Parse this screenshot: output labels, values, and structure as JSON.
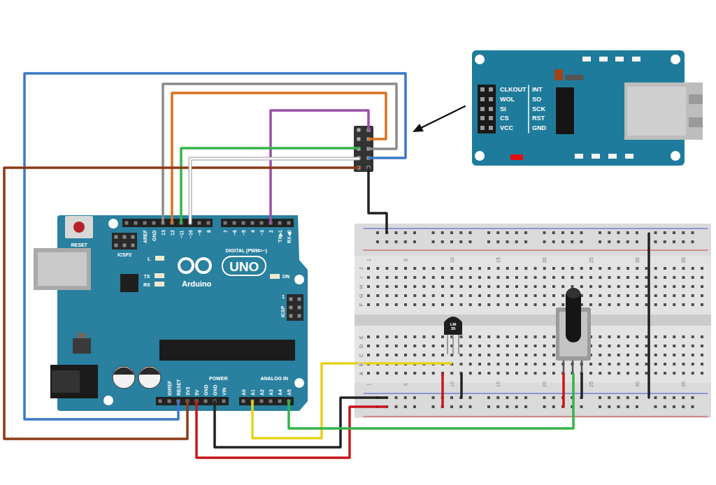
{
  "diagram": {
    "nodes": [
      {
        "text": [
          "CLKOUT",
          "INT",
          "WOL",
          "SO",
          "SI",
          "SCK",
          "CS",
          "RST",
          "VCC",
          "GND"
        ]
      },
      {
        "text": [
          "RESET",
          "ICSP2",
          "AREF",
          "GND",
          "13",
          "12",
          "~11",
          "~10",
          "~9",
          "8",
          "7",
          "~6",
          "~5",
          "4",
          "~3",
          "2",
          "TX▶1",
          "RX◀0",
          "DIGITAL (PWM=~)",
          "L",
          "TX",
          "RX",
          "UNO",
          "Arduino",
          "ON",
          "1",
          "ICSP",
          "IOREF",
          "RESET",
          "3V3",
          "5V",
          "GND",
          "GND",
          "VIN",
          "POWER",
          "ANALOG IN",
          "A0",
          "A1",
          "A2",
          "A3",
          "A4",
          "A5"
        ]
      },
      {
        "text": [
          "1",
          "5",
          "10",
          "15",
          "20",
          "25",
          "30",
          "35",
          "J",
          "I",
          "H",
          "G",
          "F",
          "E",
          "D",
          "C",
          "B",
          "A",
          "1",
          "5",
          "10",
          "15",
          "20",
          "25",
          "30",
          "35"
        ]
      },
      {
        "text": [
          "LM 35"
        ],
        "in": 2
      }
    ]
  }
}
